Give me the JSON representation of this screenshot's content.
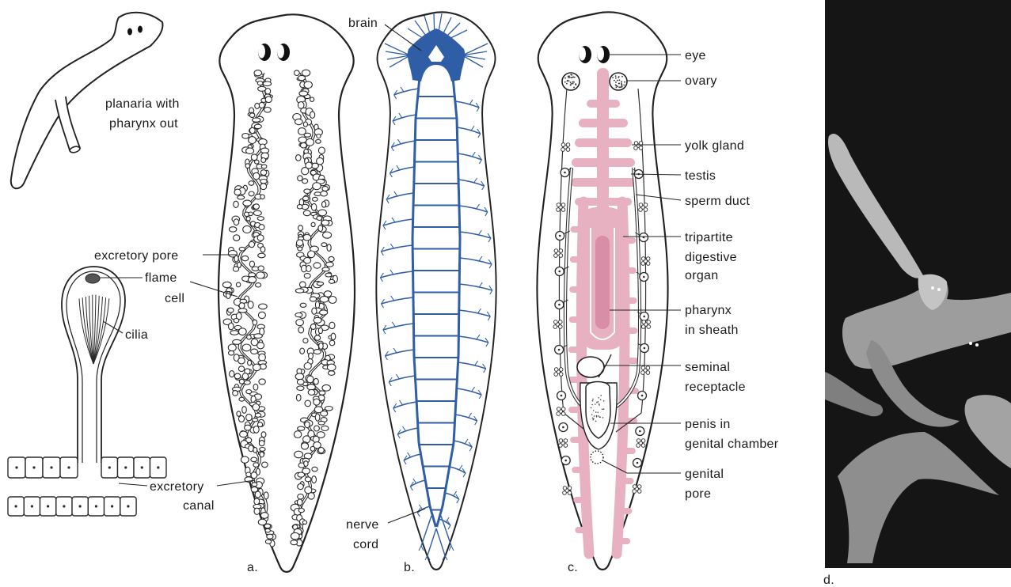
{
  "figure": {
    "inset": {
      "label_line1": "planaria with",
      "label_line2": "pharynx out"
    },
    "flame_cell": {
      "pore_label": "excretory pore",
      "flame_label_1": "flame",
      "flame_label_2": "cell",
      "cilia_label": "cilia",
      "canal_label_1": "excretory",
      "canal_label_2": "canal"
    },
    "panel_a": {
      "letter": "a."
    },
    "panel_b": {
      "letter": "b.",
      "brain_label": "brain",
      "nerve_label_1": "nerve",
      "nerve_label_2": "cord"
    },
    "panel_c": {
      "letter": "c.",
      "labels": {
        "eye": "eye",
        "ovary": "ovary",
        "yolk_gland": "yolk gland",
        "testis": "testis",
        "sperm_duct": "sperm duct",
        "digestive_organ": [
          "tripartite",
          "digestive",
          "organ"
        ],
        "pharynx": [
          "pharynx",
          "in sheath"
        ],
        "seminal_receptacle": [
          "seminal",
          "receptacle"
        ],
        "penis": [
          "penis in",
          "genital chamber"
        ],
        "genital_pore": [
          "genital",
          "pore"
        ]
      }
    },
    "panel_d": {
      "letter": "d."
    }
  },
  "colors": {
    "outline": "#222222",
    "nervous_system": "#2f5ea6",
    "digestive_system": "#e7b1c2",
    "pharynx": "#d98ea8",
    "blue_label": "#3a5fa4",
    "photo_background": "#151515"
  }
}
